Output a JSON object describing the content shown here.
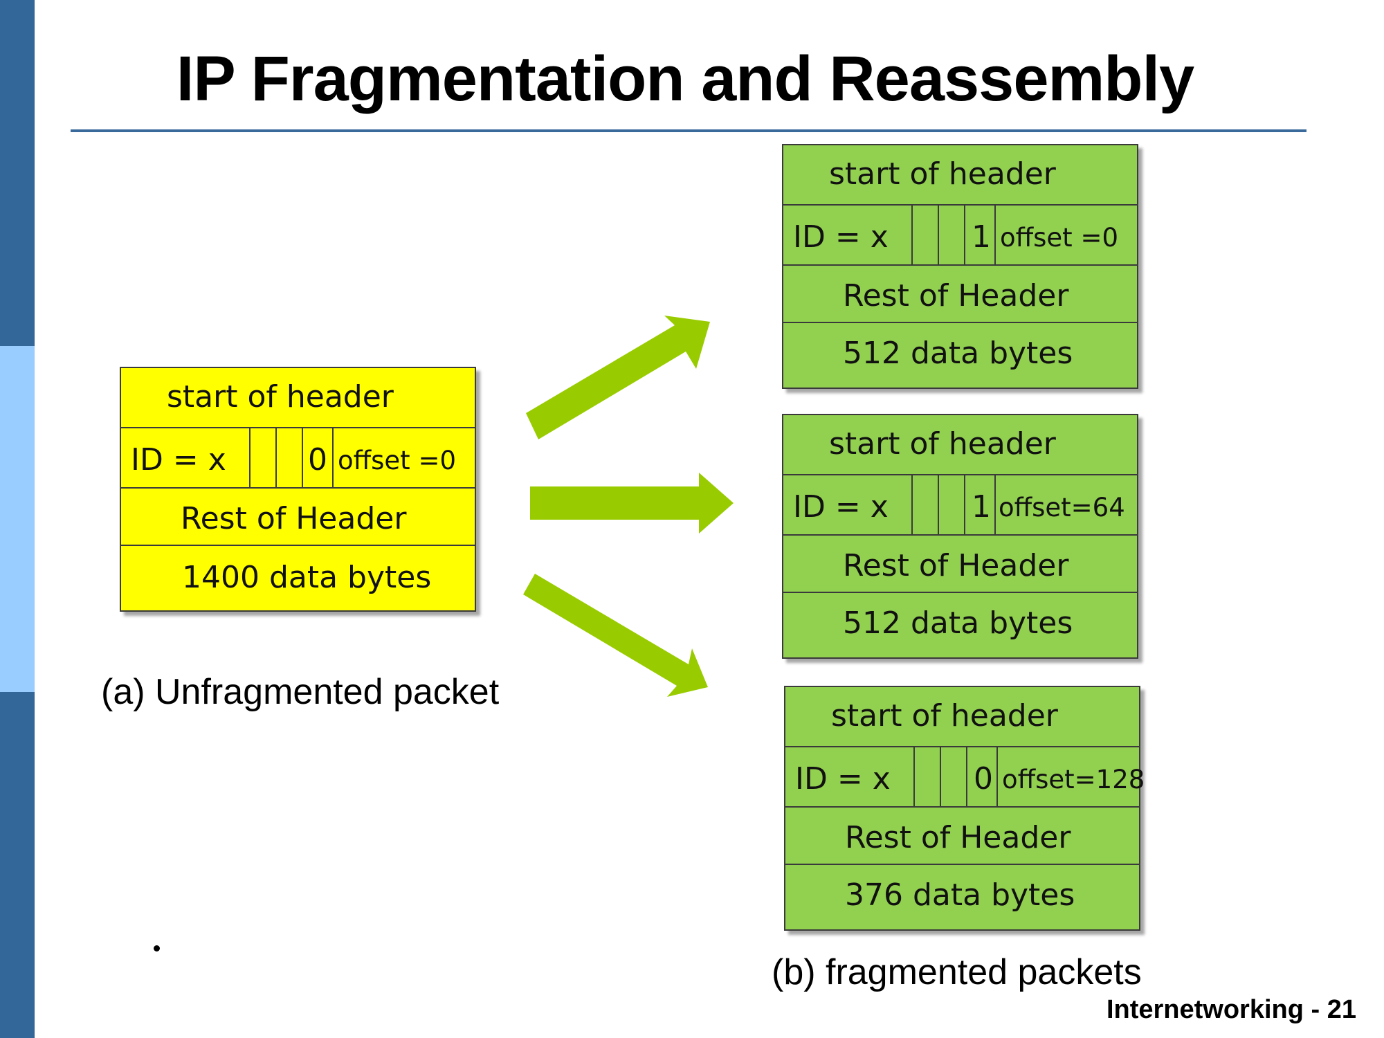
{
  "title": "IP Fragmentation and Reassembly",
  "colors": {
    "unfragmented_fill": "#ffff00",
    "fragment_fill": "#92d050",
    "arrow": "#99cc00",
    "title_rule": "#3a6a9c",
    "side_bar_dark": "#336699",
    "side_bar_light": "#99ccff"
  },
  "unfragmented": {
    "start_of_header": "start of header",
    "id": "ID = x",
    "flag": "0",
    "offset": "offset =0",
    "rest": "Rest of Header",
    "data": "1400 data bytes"
  },
  "fragments": [
    {
      "start_of_header": "start of header",
      "id": "ID = x",
      "flag": "1",
      "offset": "offset =0",
      "rest": "Rest of Header",
      "data": "512 data bytes"
    },
    {
      "start_of_header": "start of header",
      "id": "ID = x",
      "flag": "1",
      "offset": "offset=64",
      "rest": "Rest of Header",
      "data": "512 data bytes"
    },
    {
      "start_of_header": "start of header",
      "id": "ID = x",
      "flag": "0",
      "offset": "offset=128",
      "rest": "Rest of Header",
      "data": "376 data bytes"
    }
  ],
  "captions": {
    "unfragmented": "(a) Unfragmented packet",
    "fragmented": "(b) fragmented packets"
  },
  "footer": "Internetworking - 21"
}
